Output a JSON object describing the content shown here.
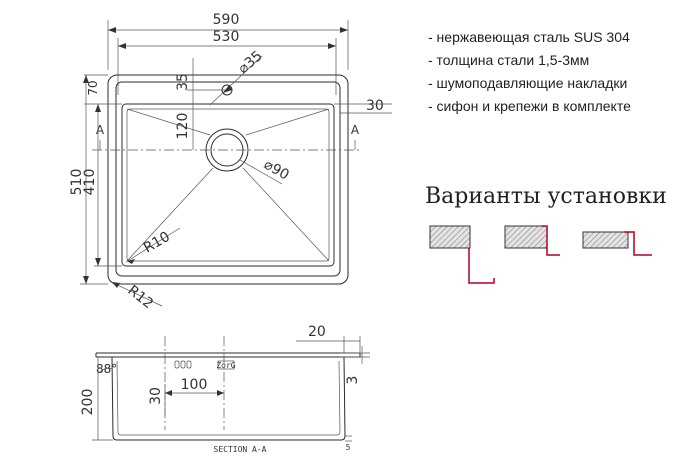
{
  "features": [
    "- нержавеющая сталь SUS 304",
    "- толщина стали 1,5-3мм",
    "- шумоподавляющие накладки",
    "- сифон и крепежи в комплекте"
  ],
  "install_heading": "Варианты установки",
  "top_view": {
    "dims": {
      "outer_width": "590",
      "inner_width": "530",
      "hole_offset": "35",
      "hole_diameter": "⌀35",
      "drain_offset": "120",
      "flange": "70",
      "wall": "30",
      "outer_depth": "510",
      "inner_depth": "410",
      "drain_diameter": "⌀90",
      "inner_radius": "R10",
      "outer_radius": "R12"
    },
    "section_marks": [
      "A",
      "A"
    ]
  },
  "section_view": {
    "dims": {
      "rim": "20",
      "rim_height": "3",
      "angle": "88°",
      "depth": "200",
      "drain_height": "30",
      "drain_width": "100",
      "bottom": "5"
    },
    "caption": "SECTION A-A",
    "logo": "ZorG"
  },
  "colors": {
    "line": "#2b2b2b",
    "accent": "#b00020",
    "hatch_fill": "#c8c8c8"
  }
}
